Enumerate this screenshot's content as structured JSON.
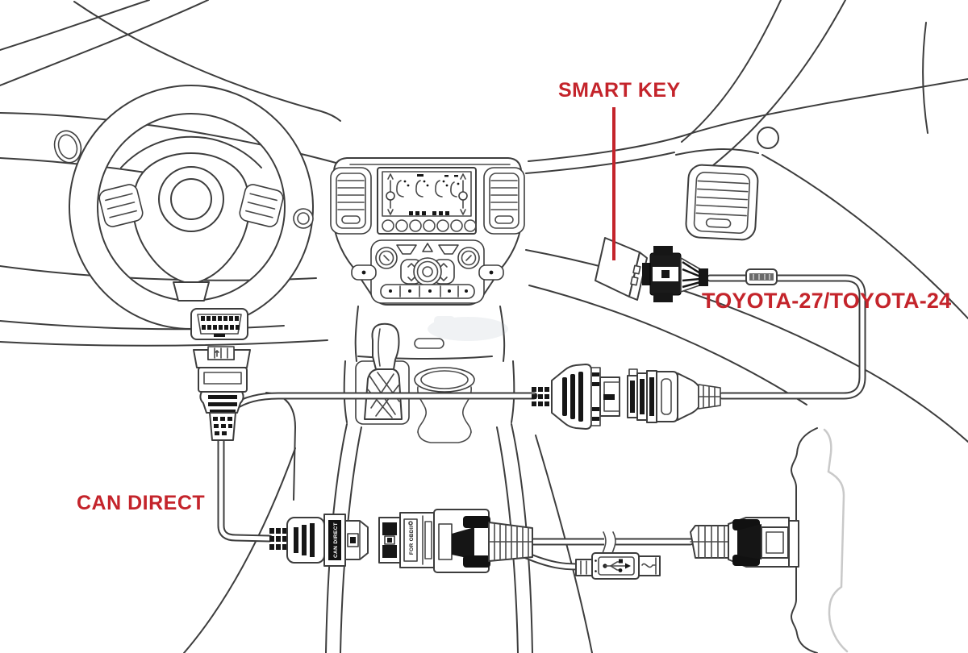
{
  "annotations": {
    "smart_key": "SMART KEY",
    "toyota_adapters": "TOYOTA-27/TOYOTA-24",
    "can_direct": "CAN DIRECT"
  },
  "connector_markings": {
    "can_direct_plug": "CAN DIRECT",
    "obd_coupler": "FOR OBDII"
  },
  "colors": {
    "annotation_red": "#c4242b",
    "line_art": "#3d3d3d",
    "device_outline_secondary": "#c9c9c9",
    "background": "#ffffff"
  },
  "icons": {
    "usb_plug": "usb-trident-icon"
  }
}
